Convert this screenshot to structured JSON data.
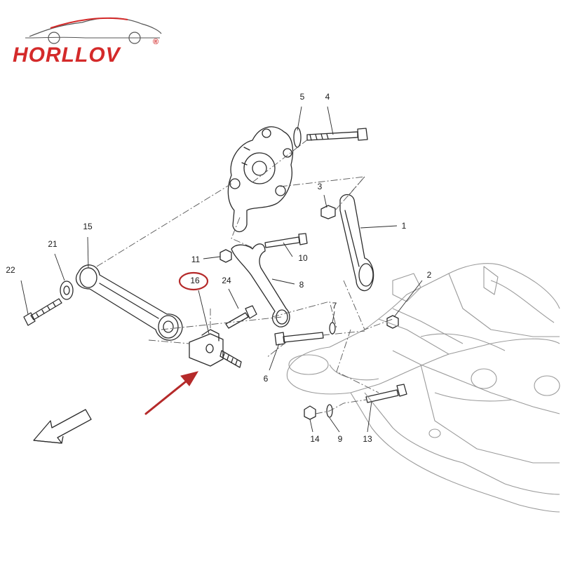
{
  "brand": {
    "name": "HORLLOV",
    "registered_mark": "®",
    "color": "#d42a2a"
  },
  "callouts": {
    "c1": "1",
    "c2": "2",
    "c3": "3",
    "c4": "4",
    "c5": "5",
    "c6": "6",
    "c7": "7",
    "c8": "8",
    "c9": "9",
    "c10": "10",
    "c11": "11",
    "c13": "13",
    "c14": "14",
    "c15": "15",
    "c16": "16",
    "c21": "21",
    "c22": "22",
    "c24": "24"
  },
  "highlight": {
    "part": "16",
    "color": "#b52a2a"
  },
  "colors": {
    "line": "#2b2b2b",
    "faint": "#9a9a9a",
    "accent": "#b52a2a"
  },
  "icons": {
    "direction": "front-direction-arrow-icon",
    "pointer": "red-pointer-arrow-icon"
  }
}
